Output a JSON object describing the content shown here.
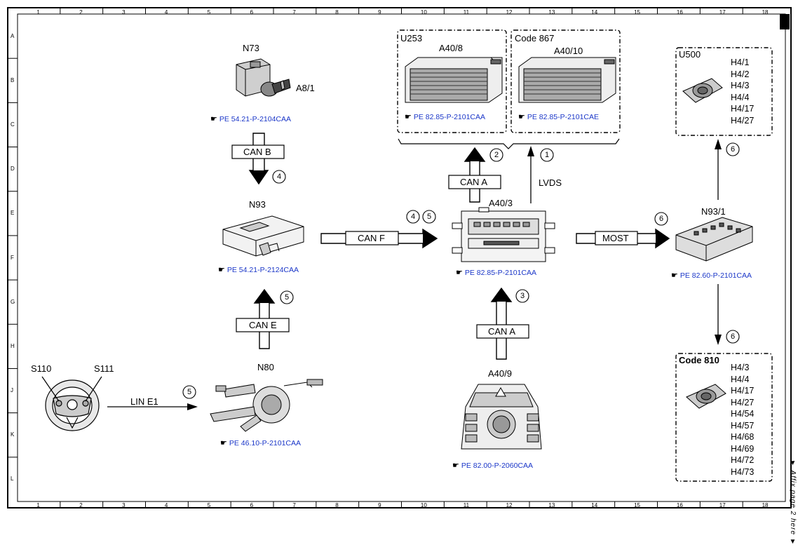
{
  "grid": {
    "columns": [
      "1",
      "2",
      "3",
      "4",
      "5",
      "6",
      "7",
      "8",
      "9",
      "10",
      "11",
      "12",
      "13",
      "14",
      "15",
      "16",
      "17",
      "18"
    ],
    "rows": [
      "A",
      "B",
      "C",
      "D",
      "E",
      "F",
      "G",
      "H",
      "J",
      "K",
      "L"
    ]
  },
  "components": {
    "n73": {
      "name": "N73",
      "sub": "A8/1",
      "ref": "PE 54.21-P-2104CAA"
    },
    "n93": {
      "name": "N93",
      "ref": "PE 54.21-P-2124CAA"
    },
    "n80": {
      "name": "N80",
      "ref": "PE 46.10-P-2101CAA"
    },
    "s110": {
      "name": "S110"
    },
    "s111": {
      "name": "S111"
    },
    "a40_3": {
      "name": "A40/3",
      "ref": "PE 82.85-P-2101CAA"
    },
    "a40_9": {
      "name": "A40/9",
      "ref": "PE 82.00-P-2060CAA"
    },
    "a40_8": {
      "name": "A40/8",
      "ref": "PE 82.85-P-2101CAA"
    },
    "a40_10": {
      "name": "A40/10",
      "ref": "PE 82.85-P-2101CAE"
    },
    "n93_1": {
      "name": "N93/1",
      "ref": "PE 82.60-P-2101CAA"
    }
  },
  "boxes": {
    "u253": {
      "label": "U253"
    },
    "code867": {
      "label": "Code 867"
    },
    "u500": {
      "label": "U500",
      "items": [
        "H4/1",
        "H4/2",
        "H4/3",
        "H4/4",
        "H4/17",
        "H4/27"
      ]
    },
    "code810": {
      "label": "Code 810",
      "items": [
        "H4/3",
        "H4/4",
        "H4/17",
        "H4/27",
        "H4/54",
        "H4/57",
        "H4/68",
        "H4/69",
        "H4/72",
        "H4/73"
      ]
    }
  },
  "connections": {
    "can_b": "CAN B",
    "can_e": "CAN E",
    "can_f": "CAN F",
    "can_a_up": "CAN A",
    "can_a_bottom": "CAN A",
    "most": "MOST",
    "lin_e1": "LIN E1",
    "lvds": "LVDS"
  },
  "markers": {
    "m1": "1",
    "m2": "2",
    "m3": "3",
    "m4a": "4",
    "m4b": "4",
    "m5a": "5",
    "m5b": "5",
    "m5c": "5",
    "m6a": "6",
    "m6b": "6",
    "m6c": "6"
  },
  "side_note": "▼ Affix page 2 here ▼",
  "icons": {
    "pointer": "pointing-hand-icon"
  }
}
